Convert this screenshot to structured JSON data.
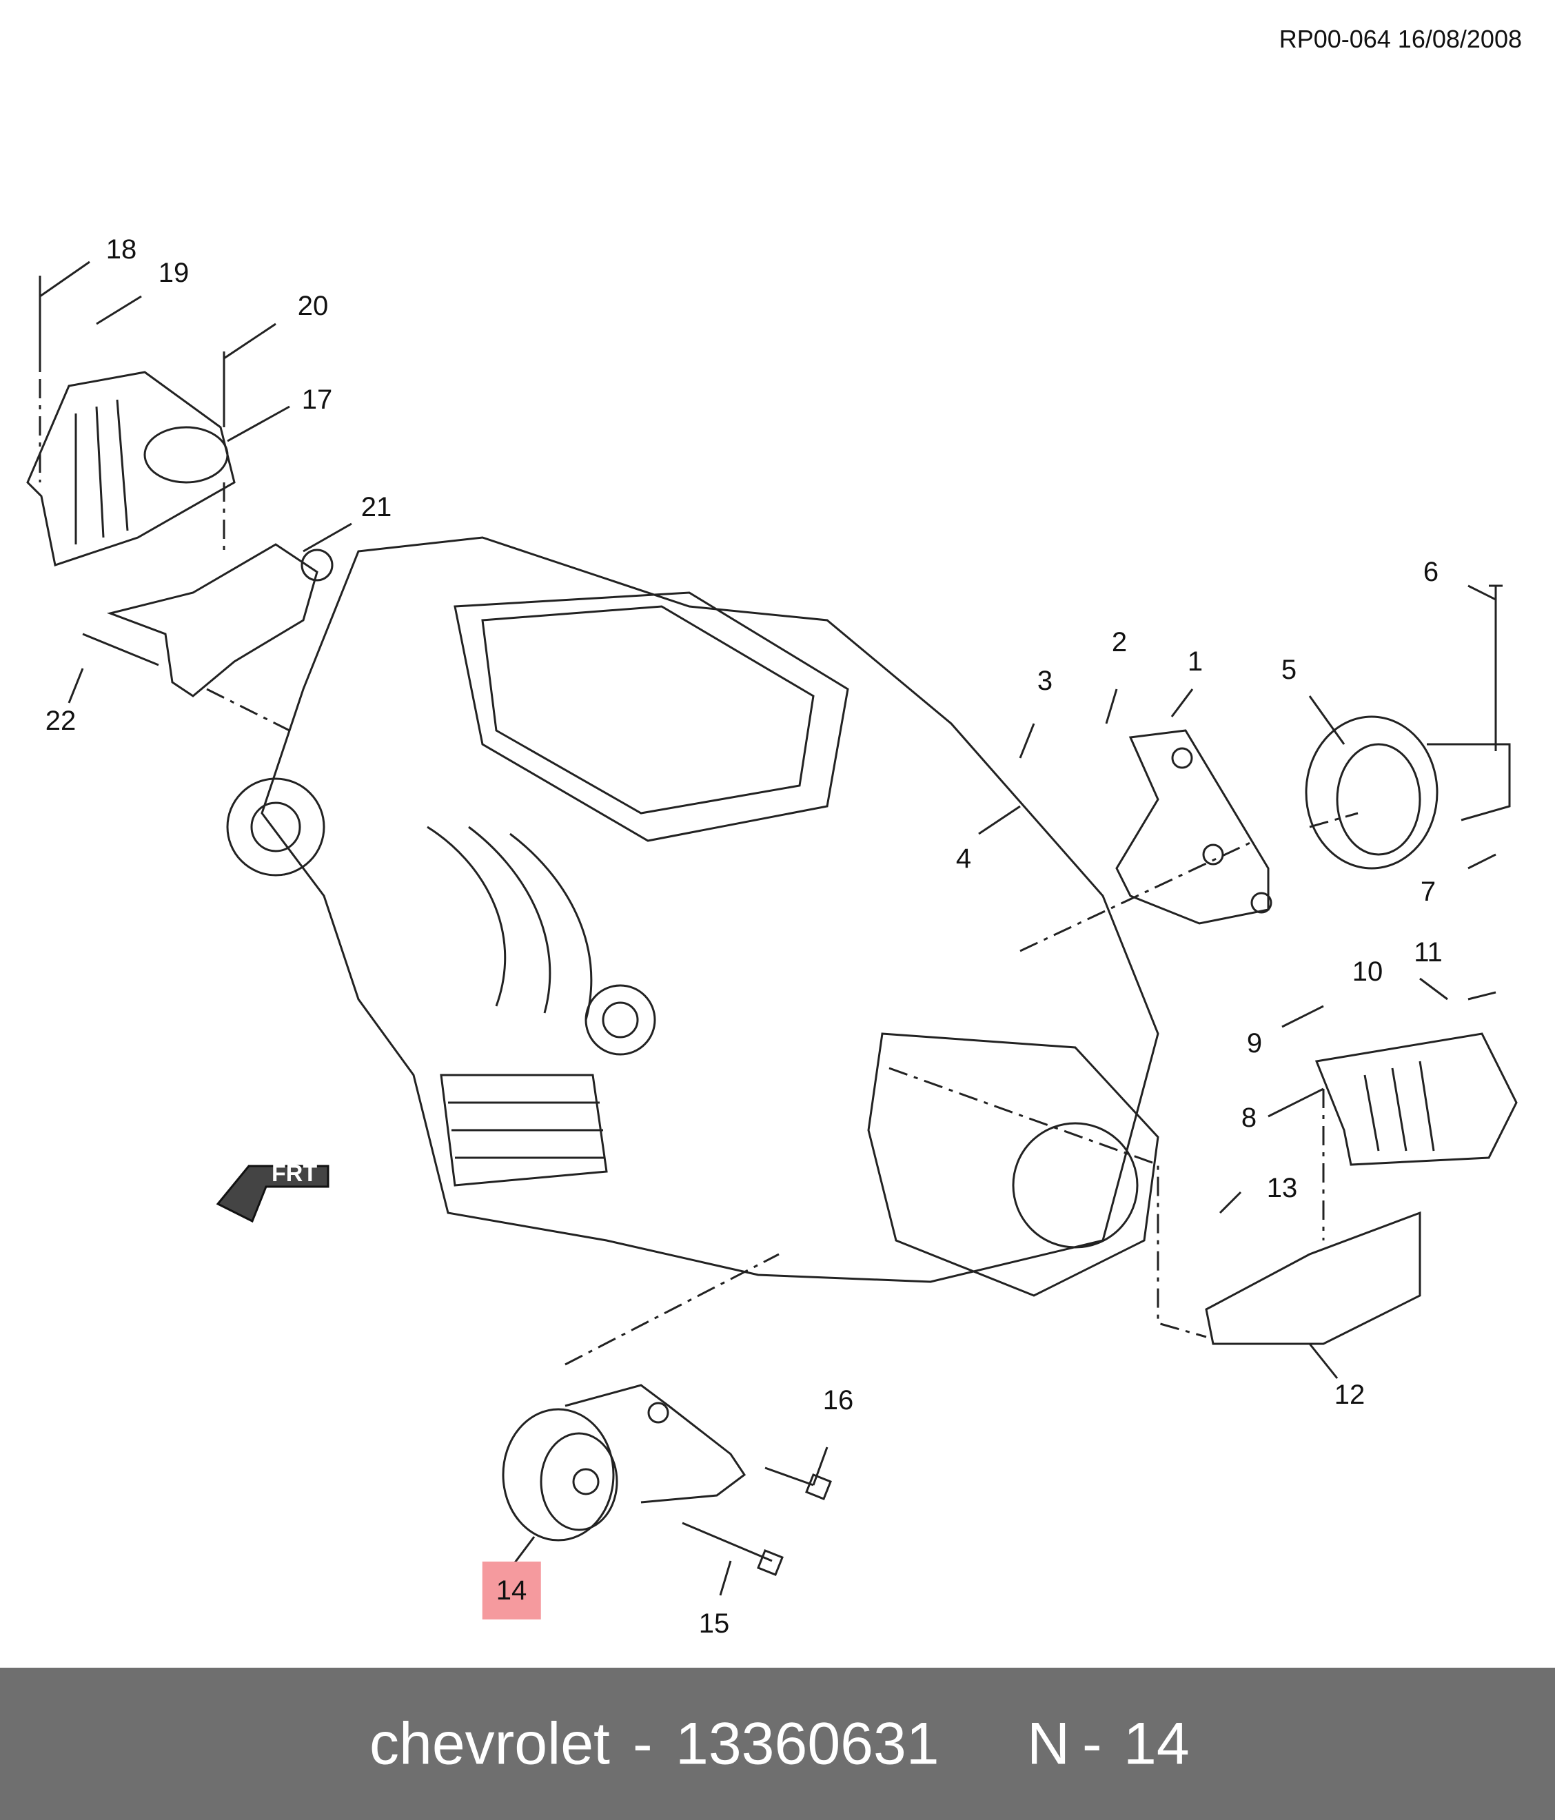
{
  "reference": "RP00-064 16/08/2008",
  "callouts": [
    "1",
    "2",
    "3",
    "4",
    "5",
    "6",
    "7",
    "8",
    "9",
    "10",
    "11",
    "12",
    "13",
    "14",
    "15",
    "16",
    "17",
    "18",
    "19",
    "20",
    "21",
    "22"
  ],
  "highlighted_callout": "14",
  "frt_label": "FRT",
  "footer": {
    "brand": "chevrolet",
    "separator": "-",
    "part_number": "13360631",
    "n_label": "N",
    "separator2": "-",
    "n_value": "14"
  },
  "colors": {
    "footer_bg": "#6f6f6f",
    "highlight": "#f59a9e",
    "line": "#222222"
  }
}
